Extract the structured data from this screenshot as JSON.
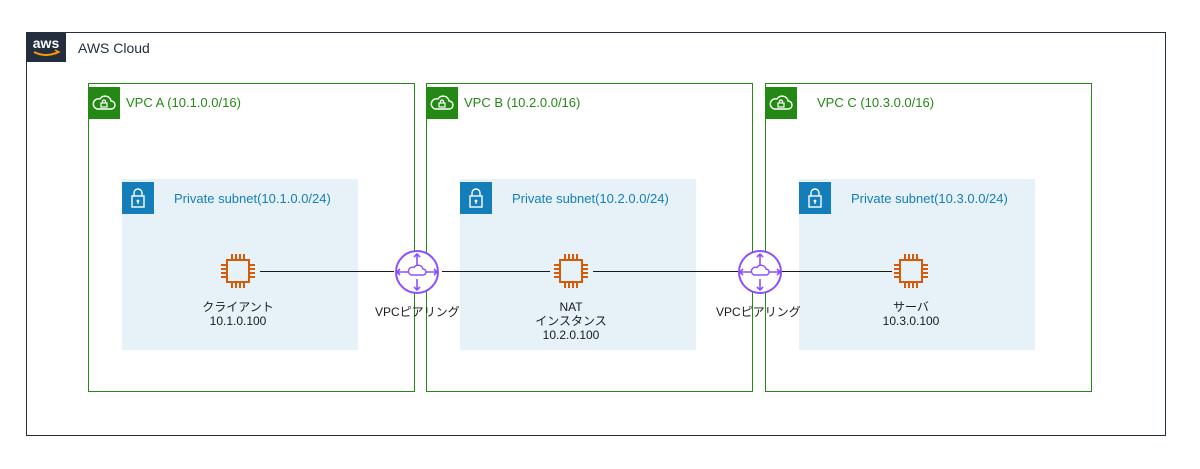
{
  "cloud": {
    "logo_text": "aws",
    "label": "AWS Cloud"
  },
  "vpcs": [
    {
      "label": "VPC A (10.1.0.0/16)",
      "subnet_label": "Private subnet(10.1.0.0/24)",
      "instance_name": "クライアント",
      "instance_name_2": "",
      "instance_ip": "10.1.0.100"
    },
    {
      "label": "VPC B (10.2.0.0/16)",
      "subnet_label": "Private subnet(10.2.0.0/24)",
      "instance_name": "NAT",
      "instance_name_2": "インスタンス",
      "instance_ip": "10.2.0.100"
    },
    {
      "label": "VPC C (10.3.0.0/16)",
      "subnet_label": "Private subnet(10.3.0.0/24)",
      "instance_name": "サーバ",
      "instance_name_2": "",
      "instance_ip": "10.3.0.100"
    }
  ],
  "peerings": [
    {
      "label": "VPCピアリング"
    },
    {
      "label": "VPCピアリング"
    }
  ],
  "colors": {
    "vpc": "#248814",
    "subnet": "#147eba",
    "ec2": "#d45b07",
    "peering": "#8c4fff",
    "cloud": "#232f3e"
  }
}
